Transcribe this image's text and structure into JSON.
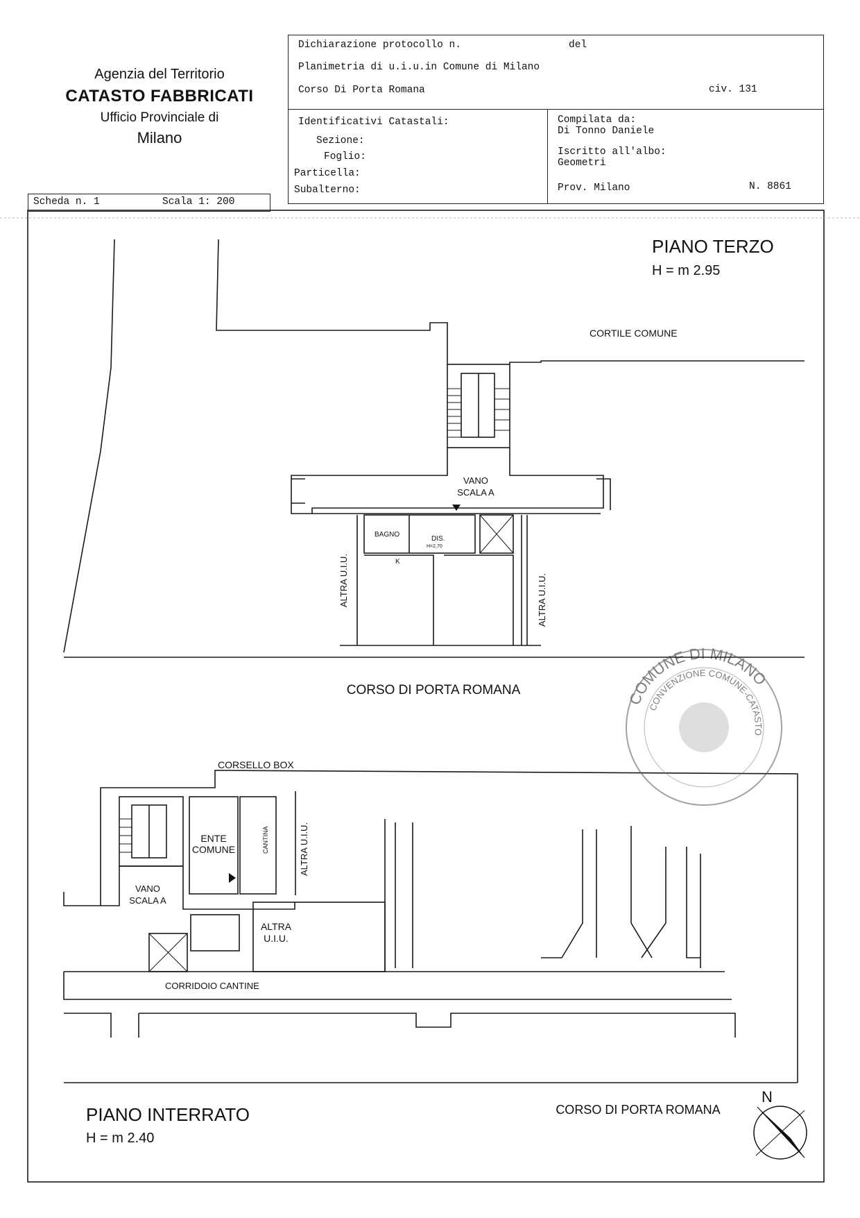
{
  "header": {
    "agency_line1": "Agenzia del Territorio",
    "agency_line2": "CATASTO FABBRICATI",
    "agency_line3": "Ufficio Provinciale di",
    "agency_line4": "Milano",
    "dichiarazione": "Dichiarazione protocollo n.",
    "del": "del",
    "planimetria": "Planimetria di u.i.u.in Comune di Milano",
    "indirizzo": "Corso Di Porta Romana",
    "civico": "civ. 131",
    "identificativi": "Identificativi Catastali:",
    "sezione": "Sezione:",
    "foglio": "Foglio:",
    "particella": "Particella:",
    "subalterno": "Subalterno:",
    "compilata_da": "Compilata da:",
    "tecnico": "Di Tonno Daniele",
    "iscritto": "Iscritto all'albo:",
    "albo": "Geometri",
    "provincia": "Prov. Milano",
    "numero": "N.  8861",
    "scheda": "Scheda n. 1",
    "scala": "Scala 1: 200"
  },
  "plan_top": {
    "title": "PIANO TERZO",
    "height": "H = m 2.95",
    "cortile": "CORTILE COMUNE",
    "vano_line1": "VANO",
    "vano_line2": "SCALA A",
    "bagno": "BAGNO",
    "dis": "DIS.",
    "dis_h": "H=2.70",
    "k": "K",
    "altra_left": "ALTRA U.I.U.",
    "altra_right": "ALTRA U.I.U.",
    "street": "CORSO DI PORTA ROMANA"
  },
  "plan_bottom": {
    "corsello": "CORSELLO BOX",
    "ente_line1": "ENTE",
    "ente_line2": "COMUNE",
    "cantina": "CANTINA",
    "altra_vertical": "ALTRA U.I.U.",
    "vano_line1": "VANO",
    "vano_line2": "SCALA A",
    "altra_line1": "ALTRA",
    "altra_line2": "U.I.U.",
    "corridoio": "CORRIDOIO CANTINE",
    "title": "PIANO INTERRATO",
    "height": "H = m 2.40",
    "street": "CORSO DI PORTA ROMANA"
  },
  "stamp": {
    "outer_text": "COMUNE DI MILANO",
    "inner_text": "CONVENZIONE COMUNE-CATASTO"
  },
  "compass": {
    "north": "N"
  }
}
